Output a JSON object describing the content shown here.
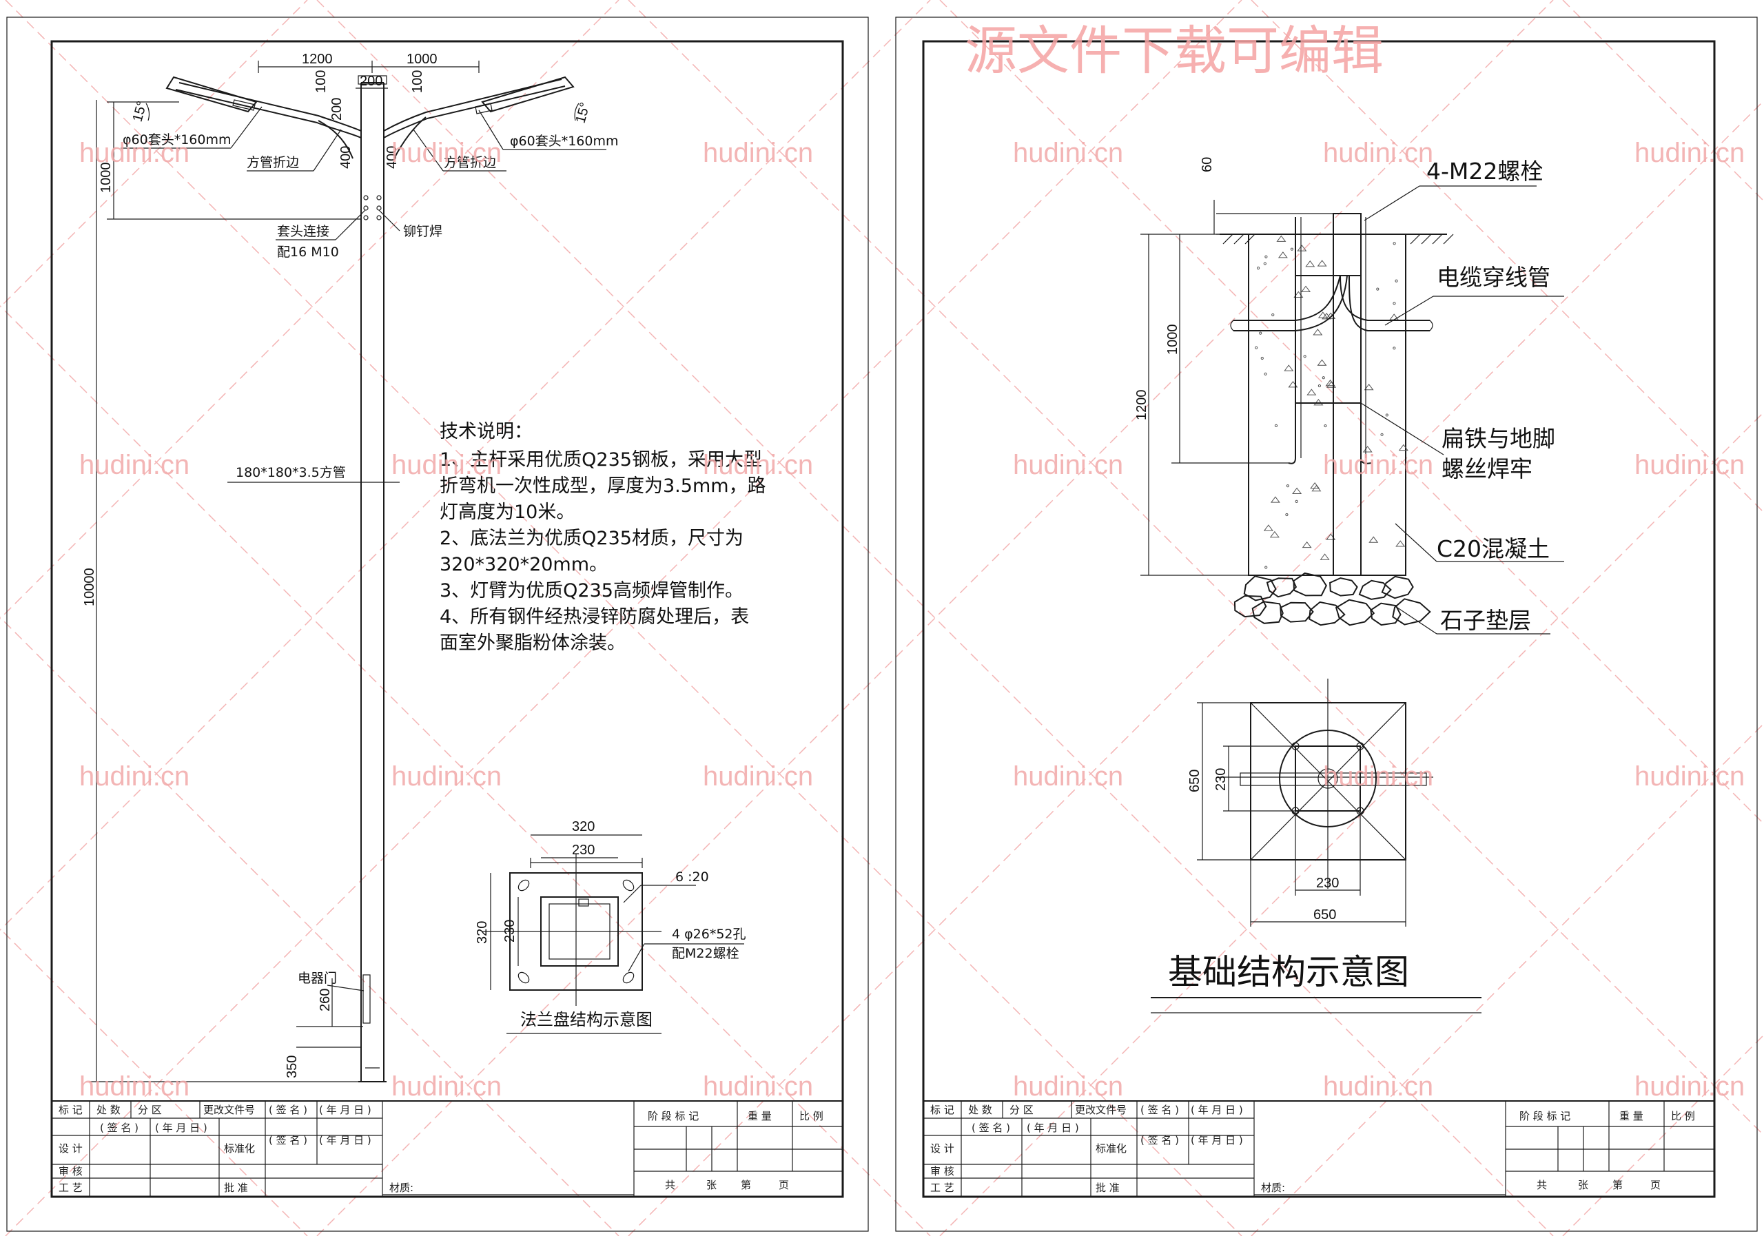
{
  "watermark": {
    "top_text": "源文件下载可编辑",
    "site": "hudini.cn",
    "color": "#f2a9a9"
  },
  "left_sheet": {
    "arm_dims": {
      "arm_left_len": "1200",
      "arm_right_len": "1000",
      "center_width": "200",
      "rise_left": "100",
      "rise_right": "100",
      "drop": "200",
      "bend_left": "400",
      "bend_right": "400",
      "arm_height": "1000",
      "angle_left": "15°",
      "angle_right": "15°"
    },
    "labels": {
      "sleeve_left": "φ60套头*160mm",
      "sleeve_right": "φ60套头*160mm",
      "fold_left": "方管折边",
      "fold_right": "方管折边",
      "sleeve_connect": "套头连接",
      "bolt_spec": "配16 M10",
      "rivet_weld": "铆钉焊",
      "pole_section": "180*180*3.5方管",
      "total_height": "10000",
      "door": "电器门",
      "door_height": "260",
      "door_base": "350"
    },
    "notes": {
      "heading": "技术说明：",
      "lines": [
        "1、主杆采用优质Q235钢板，采用大型",
        "折弯机一次性成型，厚度为3.5mm，路",
        "灯高度为10米。",
        "2、底法兰为优质Q235材质，尺寸为",
        "320*320*20mm。",
        "3、灯臂为优质Q235高频焊管制作。",
        "4、所有钢件经热浸锌防腐处理后，表",
        "面室外聚脂粉体涂装。"
      ]
    },
    "flange": {
      "outer_w": "320",
      "inner_w": "230",
      "outer_h": "320",
      "inner_h": "230",
      "weld": "6 :20",
      "holes": "4  φ26*52孔",
      "bolts": "配M22螺栓",
      "caption": "法兰盘结构示意图"
    },
    "title_block": {
      "r1": [
        "标 记",
        "处 数",
        "分 区",
        "更改文件号",
        "( 签 名 )",
        "( 年 月 日 )"
      ],
      "r2": [
        "设  计",
        "( 签 名 )",
        "( 年 月 日 )",
        "标准化",
        "( 签 名 )",
        "( 年 月 日 )"
      ],
      "r3": [
        "审  核"
      ],
      "r4": [
        "工  艺",
        "批  准"
      ],
      "material": "材质:",
      "stage": "阶 段 标 记",
      "weight": "重 量",
      "scale": "比 例",
      "sheets_total": "共",
      "sheets_word": "张",
      "sheet_no": "第",
      "page_word": "页"
    }
  },
  "right_sheet": {
    "foundation": {
      "top_dim": "60",
      "depth_1000": "1000",
      "depth_1200": "1200",
      "bolts": "4-M22螺栓",
      "conduit": "电缆穿线管",
      "flat_iron_1": "扁铁与地脚",
      "flat_iron_2": "螺丝焊牢",
      "concrete": "C20混凝土",
      "gravel": "石子垫层"
    },
    "plan": {
      "side_left": "650",
      "inner_left": "230",
      "inner_bottom": "230",
      "side_bottom": "650"
    },
    "title": "基础结构示意图",
    "title_block": {
      "r1": [
        "标 记",
        "处 数",
        "分 区",
        "更改文件号",
        "( 签 名 )",
        "( 年 月 日 )"
      ],
      "r2": [
        "设  计",
        "( 签 名 )",
        "( 年 月 日 )",
        "标准化",
        "( 签 名 )",
        "( 年 月 日 )"
      ],
      "r3": [
        "审  核"
      ],
      "r4": [
        "工  艺",
        "批  准"
      ],
      "material": "材质:",
      "stage": "阶 段 标 记",
      "weight": "重 量",
      "scale": "比 例",
      "sheets_total": "共",
      "sheets_word": "张",
      "sheet_no": "第",
      "page_word": "页"
    }
  }
}
